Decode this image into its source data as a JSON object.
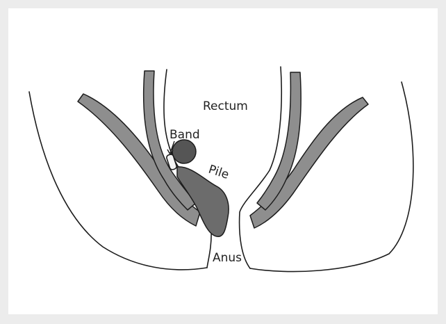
{
  "labels": {
    "rectum": "Rectum",
    "band": "Band",
    "pile": "Pile",
    "anus": "Anus"
  },
  "colors": {
    "background": "#ececec",
    "panel": "#ffffff",
    "muscle": "#8e8e8e",
    "tissue": "#6c6c6c",
    "pile": "#555555",
    "outline": "#1c1c1c"
  }
}
